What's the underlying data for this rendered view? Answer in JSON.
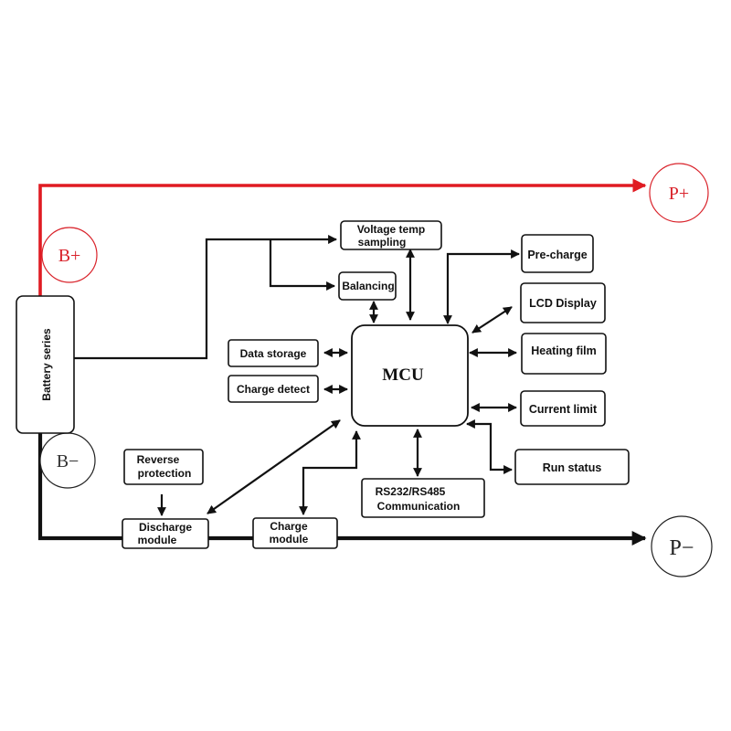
{
  "terminals": {
    "p_plus": "P+",
    "b_plus": "B+",
    "b_minus": "B−",
    "p_minus": "P−"
  },
  "blocks": {
    "battery_series": "Battery series",
    "voltage_temp_line1": "Voltage temp",
    "voltage_temp_line2": "sampling",
    "balancing": "Balancing",
    "pre_charge": "Pre-charge",
    "lcd_display": "LCD Display",
    "heating_film": "Heating film",
    "current_limit": "Current limit",
    "run_status": "Run status",
    "data_storage": "Data storage",
    "charge_detect": "Charge detect",
    "mcu": "MCU",
    "reverse_line1": "Reverse",
    "reverse_line2": "protection",
    "discharge_line1": "Discharge",
    "discharge_line2": "module",
    "charge_line1": "Charge",
    "charge_line2": "module",
    "comm_line1": "RS232/RS485",
    "comm_line2": "Communication"
  },
  "colors": {
    "positive_wire": "#e01b22",
    "negative_wire": "#111111",
    "background": "#ffffff"
  }
}
